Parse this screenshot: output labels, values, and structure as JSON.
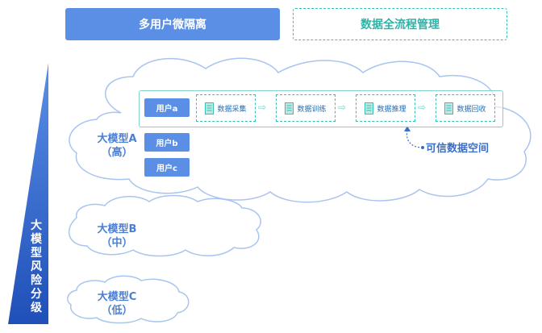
{
  "top_buttons": {
    "multi_user_isolation": "多用户微隔离",
    "data_lifecycle": "数据全流程管理"
  },
  "models": [
    {
      "name": "大模型A",
      "level": "（高）"
    },
    {
      "name": "大模型B",
      "level": "（中）"
    },
    {
      "name": "大模型C",
      "level": "（低）"
    }
  ],
  "users": [
    "用户a",
    "用户b",
    "用户c"
  ],
  "pipeline": [
    "数据采集",
    "数据训练",
    "数据推理",
    "数据回收"
  ],
  "trusted_space": "可信数据空间",
  "risk_axis_label": "大模型风险分级",
  "colors": {
    "primary_blue": "#5b8fe6",
    "teal": "#35c0b4",
    "dark_blue": "#1f56c7",
    "cloud_border": "#a9c4ef"
  }
}
